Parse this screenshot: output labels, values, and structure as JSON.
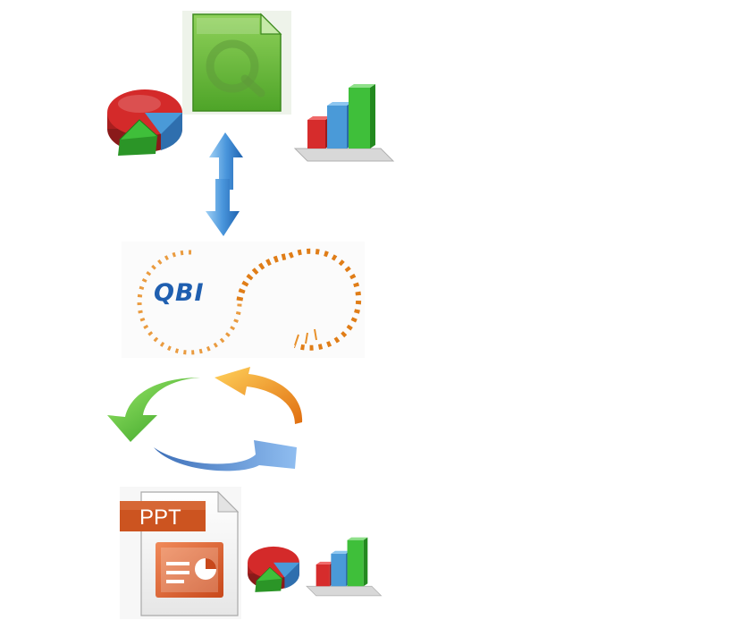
{
  "logo": {
    "text": "QBI"
  },
  "ppt_file": {
    "badge": "PPT"
  },
  "colors": {
    "qlik_green": "#5bb033",
    "qbi_orange": "#e07d17",
    "qbi_blue": "#1f5fb0",
    "ppt_orange": "#c8481b",
    "pie_red": "#d42a2a",
    "pie_blue": "#4a9ad8",
    "pie_green": "#3fbf3a"
  },
  "icons": [
    "qlikview-document-icon",
    "pie-chart-icon",
    "bar-chart-icon",
    "bidirectional-arrow-icon",
    "qbi-logo",
    "cycle-arrows-icon",
    "powerpoint-document-icon"
  ]
}
